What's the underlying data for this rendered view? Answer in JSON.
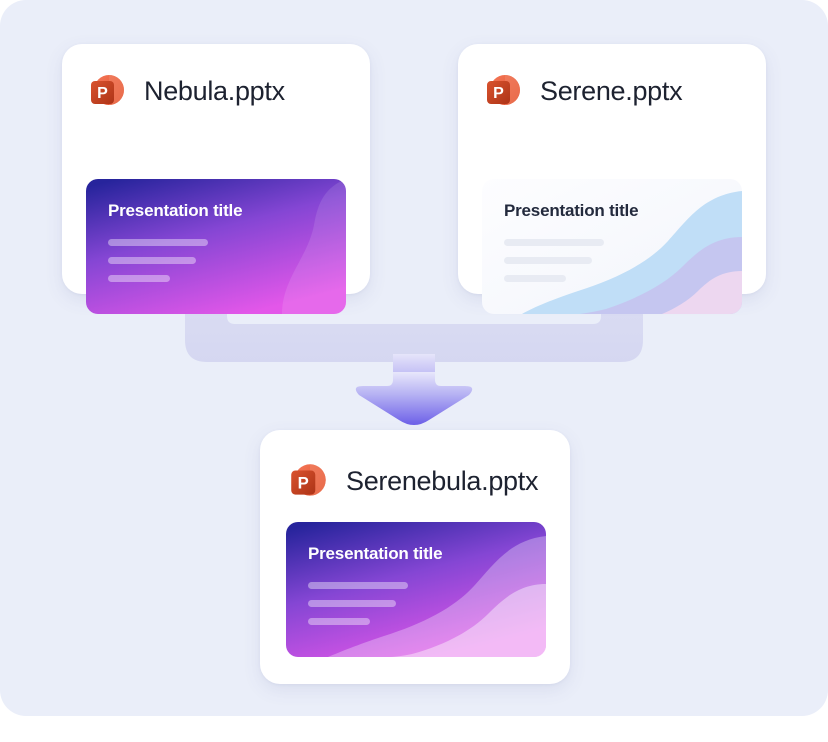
{
  "scene": {
    "description": "Two PowerPoint files merging into one combined presentation",
    "panel_bg": "#eaeef9",
    "page_bg": "#ffffff"
  },
  "connector": {
    "name": "merge-arrow",
    "arm_color": "#d9dbf3",
    "arrow_gradient_from": "#e4e3fa",
    "arrow_gradient_to": "#6f63e8",
    "direction": "down"
  },
  "cards": [
    {
      "id": "nebula",
      "filename": "Nebula.pptx",
      "icon": "powerpoint-icon",
      "slide": {
        "theme": "dark",
        "title": "Presentation title",
        "title_color": "#ffffff",
        "bg_from": "#27249c",
        "bg_mid": "#8a46d6",
        "bg_to": "#e055e8",
        "line_widths": [
          100,
          88,
          62
        ],
        "has_waves": false
      }
    },
    {
      "id": "serene",
      "filename": "Serene.pptx",
      "icon": "powerpoint-icon",
      "slide": {
        "theme": "light",
        "title": "Presentation title",
        "title_color": "#232a3d",
        "bg_from": "#fbfcfe",
        "bg_mid": "#f6f8fc",
        "bg_to": "#f3f5fa",
        "wave_blue": "#bfdcf6",
        "wave_lavender": "#c8c4ee",
        "wave_pink": "#f0d6ef",
        "line_widths": [
          100,
          88,
          62
        ],
        "has_waves": true
      }
    },
    {
      "id": "serenebula",
      "filename": "Serenebula.pptx",
      "icon": "powerpoint-icon",
      "slide": {
        "theme": "dark",
        "title": "Presentation title",
        "title_color": "#ffffff",
        "bg_from": "#27249c",
        "bg_mid": "#8a46d6",
        "bg_to": "#e055e8",
        "wave_light": "rgba(255,255,255,0.30)",
        "wave_lighter": "rgba(255,255,255,0.46)",
        "line_widths": [
          100,
          88,
          62
        ],
        "has_waves": true
      }
    }
  ],
  "icon": {
    "name": "powerpoint-icon",
    "letter": "P",
    "circle_from": "#f3714f",
    "circle_to": "#e6512f",
    "tile_from": "#d34f2b",
    "tile_to": "#b4361a",
    "letter_color": "#ffffff"
  }
}
